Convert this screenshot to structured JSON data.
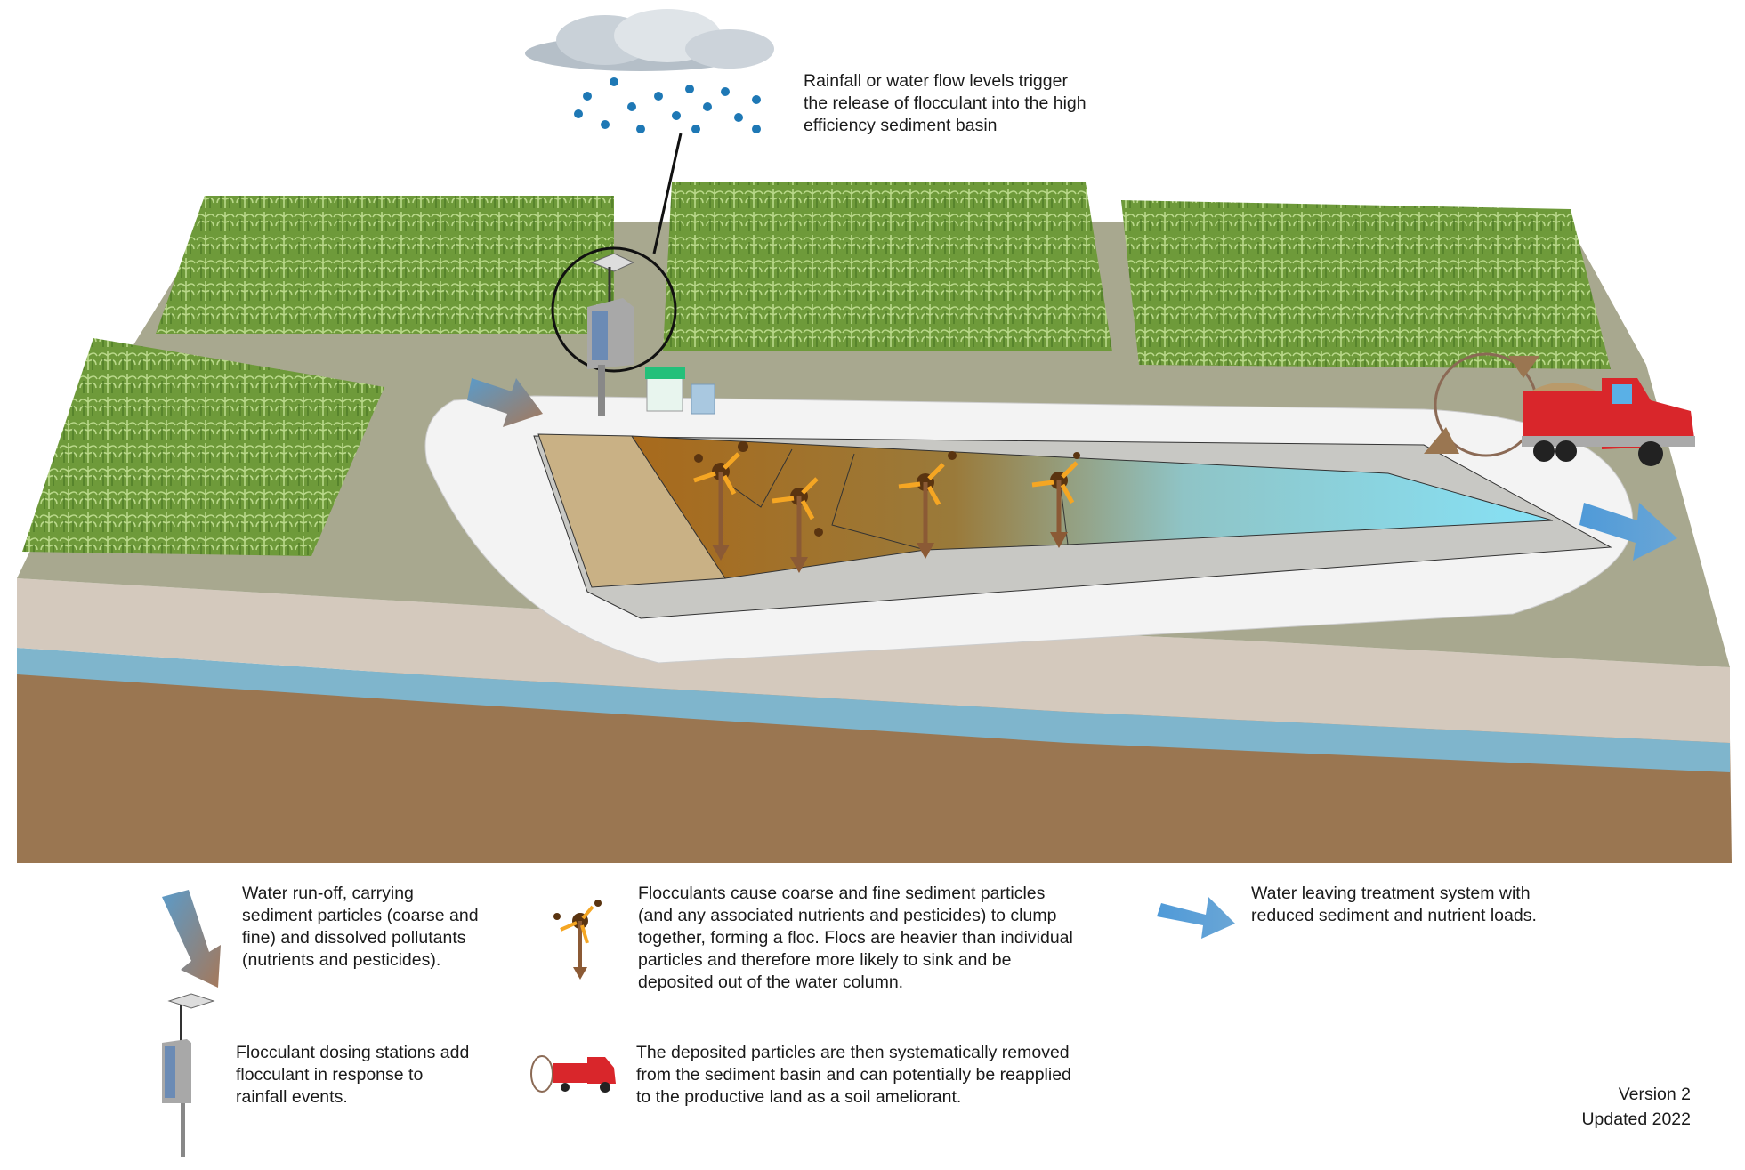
{
  "callout": {
    "lines": [
      "Rainfall or water flow levels trigger",
      "the release of flocculant into the high",
      "efficiency sediment basin"
    ]
  },
  "legend": {
    "runoff": {
      "icon": "runoff-arrow-icon",
      "lines": [
        "Water run-off, carrying",
        "sediment particles (coarse and",
        "fine) and dissolved pollutants",
        "(nutrients and pesticides)."
      ]
    },
    "floc": {
      "icon": "floc-icon",
      "lines": [
        "Flocculants cause coarse and fine sediment particles",
        "(and any associated nutrients and pesticides) to clump",
        "together, forming a floc. Flocs are heavier than individual",
        "particles and therefore more likely to sink and be",
        "deposited out of the water column."
      ]
    },
    "outflow": {
      "icon": "outflow-arrow-icon",
      "lines": [
        "Water leaving treatment system with",
        "reduced sediment and nutrient loads."
      ]
    },
    "dosing": {
      "icon": "dosing-station-icon",
      "lines": [
        "Flocculant dosing stations add",
        "flocculant in response to",
        "rainfall events."
      ]
    },
    "removal": {
      "icon": "truck-icon",
      "lines": [
        "The deposited particles are then systematically removed",
        "from the sediment basin and can potentially be reapplied",
        "to the productive land as a soil ameliorant."
      ]
    }
  },
  "version": {
    "lines": [
      "Version 2",
      "Updated 2022"
    ]
  },
  "colors": {
    "soil": "#9a7651",
    "water": "#7fb5cc",
    "ground": "#a8a88f",
    "truck": "#d9262b",
    "floc_arrow": "#f5a623"
  }
}
